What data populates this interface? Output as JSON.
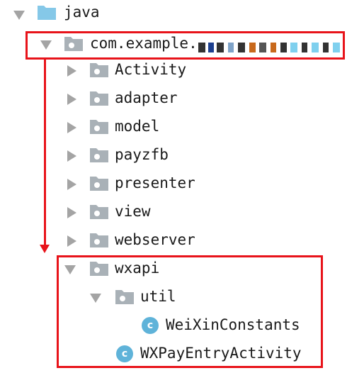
{
  "tree": {
    "root": {
      "label": "java",
      "expanded": true,
      "icon": "folder-icon"
    },
    "package": {
      "label_prefix": "com.example.",
      "label_obscured": "[redacted]",
      "expanded": true
    },
    "folders": [
      {
        "label": "Activity",
        "expanded": false
      },
      {
        "label": "adapter",
        "expanded": false
      },
      {
        "label": "model",
        "expanded": false
      },
      {
        "label": "payzfb",
        "expanded": false
      },
      {
        "label": "presenter",
        "expanded": false
      },
      {
        "label": "view",
        "expanded": false
      },
      {
        "label": "webserver",
        "expanded": false
      }
    ],
    "wxapi": {
      "label": "wxapi",
      "expanded": true
    },
    "util": {
      "label": "util",
      "expanded": true
    },
    "classes": [
      {
        "label": "WeiXinConstants",
        "badge": "c"
      },
      {
        "label": "WXPayEntryActivity",
        "badge": "c"
      }
    ]
  },
  "colors": {
    "folder_blue": "#85c8e8",
    "folder_gray": "#a9b1b7",
    "arrow_gray": "#a4a4a4",
    "highlight_red": "#e8131a",
    "class_icon": "#5fb3d9"
  }
}
